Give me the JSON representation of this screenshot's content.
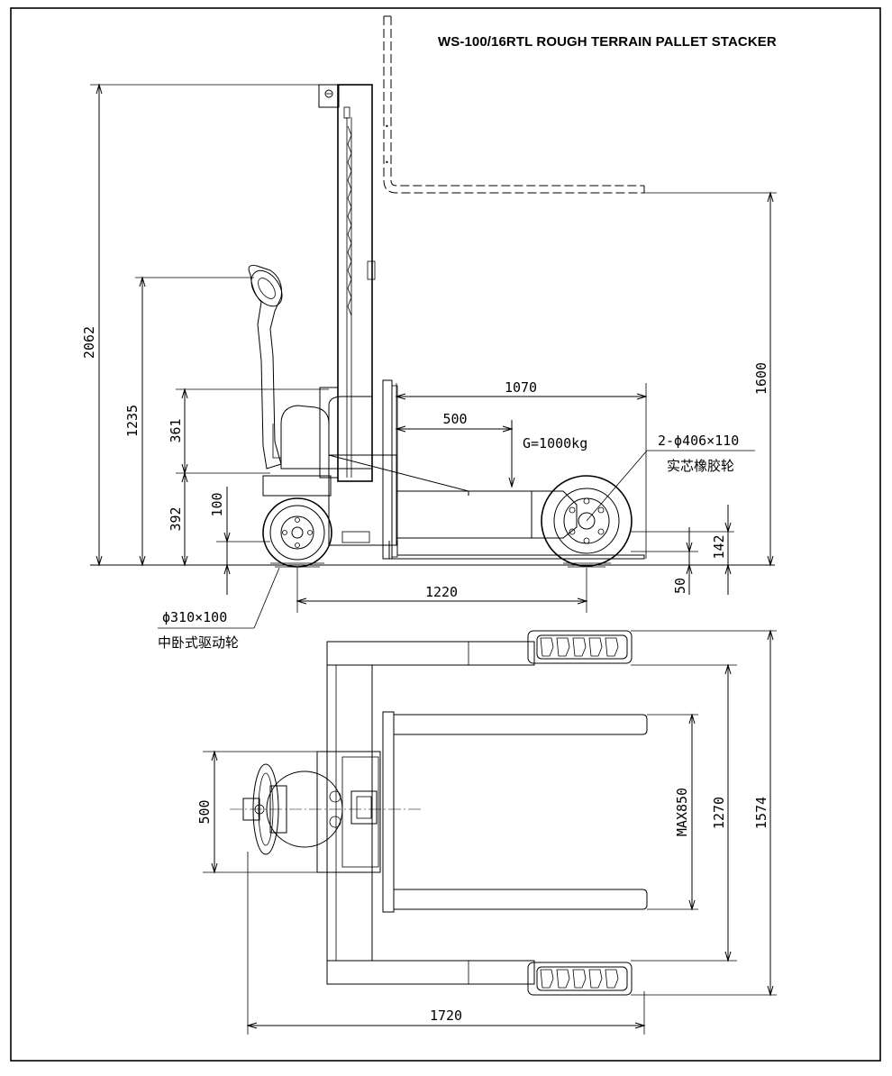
{
  "title": "WS-100/16RTL ROUGH TERRAIN PALLET STACKER",
  "side_view": {
    "dims": {
      "overall_height": "2062",
      "handle_height": "1235",
      "d361": "361",
      "d392": "392",
      "d100": "100",
      "lift_height": "1600",
      "d1070": "1070",
      "d500": "500",
      "load": "G=1000kg",
      "d142": "142",
      "d50": "50",
      "wheelbase": "1220"
    },
    "load_wheel_label": "2-ϕ406×110",
    "load_wheel_desc": "实芯橡胶轮",
    "drive_wheel_label": "ϕ310×100",
    "drive_wheel_desc": "中卧式驱动轮"
  },
  "top_view": {
    "dims": {
      "d500": "500",
      "fork_spread": "MAX850",
      "d1270": "1270",
      "overall_width": "1574",
      "overall_length": "1720"
    }
  }
}
